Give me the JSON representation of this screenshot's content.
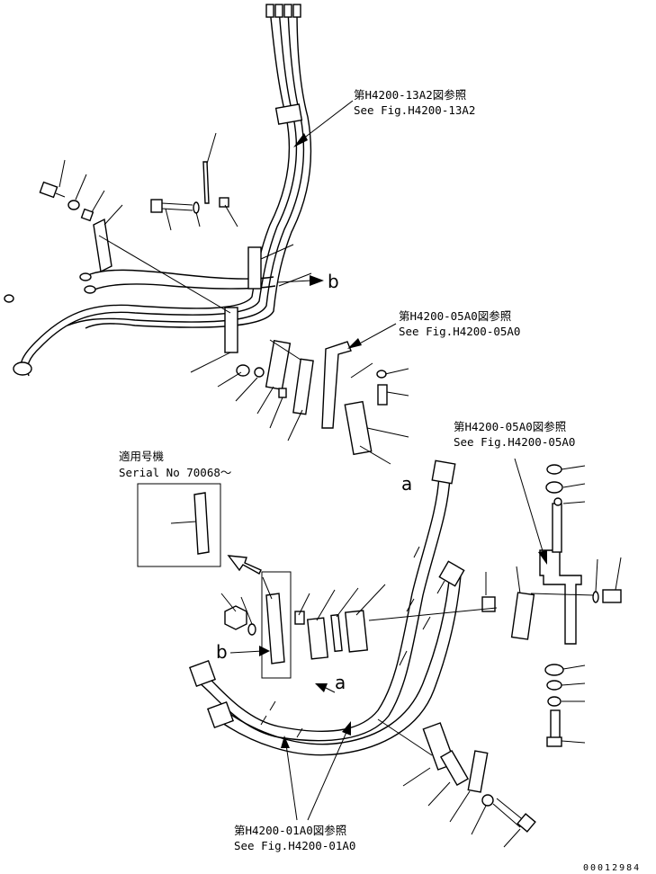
{
  "refs": {
    "top": {
      "jp": "第H4200-13A2図参照",
      "en": "See Fig.H4200-13A2"
    },
    "mid": {
      "jp": "第H4200-05A0図参照",
      "en": "See Fig.H4200-05A0"
    },
    "right": {
      "jp": "第H4200-05A0図参照",
      "en": "See Fig.H4200-05A0"
    },
    "bottom": {
      "jp": "第H4200-01A0図参照",
      "en": "See Fig.H4200-01A0"
    }
  },
  "serial": {
    "jp": "適用号機",
    "en": "Serial No 70068～"
  },
  "markers": {
    "b1": "b",
    "a1": "a",
    "b2": "b",
    "a2": "a"
  },
  "drawing_code": "00012984"
}
